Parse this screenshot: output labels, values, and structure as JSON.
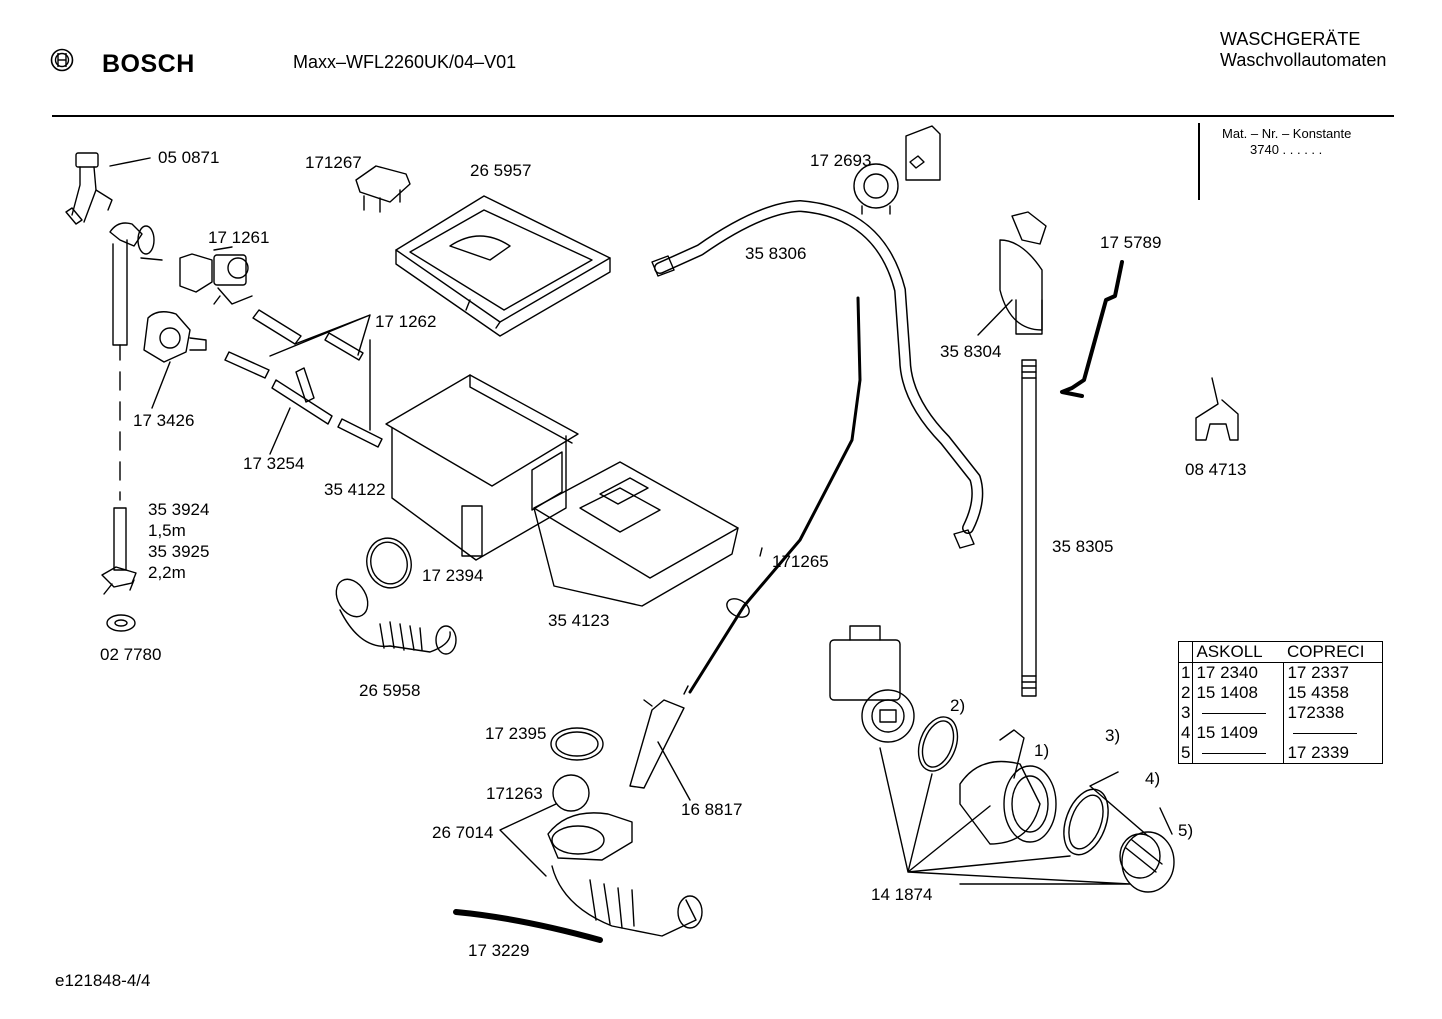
{
  "header": {
    "brand": "BOSCH",
    "model": "Maxx–WFL2260UK/04–V01",
    "category": "WASCHGERÄTE",
    "subcategory": "Waschvollautomaten",
    "mat_label": "Mat. – Nr. – Konstante",
    "mat_value": "3740 . .   . . . ."
  },
  "parts": {
    "p050871": "05 0871",
    "p171267": "171267",
    "p265957": "26 5957",
    "p172693": "17 2693",
    "p171261": "17 1261",
    "p358306": "35 8306",
    "p175789": "17 5789",
    "p171262": "17 1262",
    "p358304": "35 8304",
    "p173426": "17 3426",
    "p173254": "17 3254",
    "p354122": "35 4122",
    "p084713": "08 4713",
    "p353924": "35 3924",
    "len1": "1,5m",
    "p353925": "35 3925",
    "len2": "2,2m",
    "p358305": "35 8305",
    "p171265": "171265",
    "p172394": "17 2394",
    "p354123": "35 4123",
    "p027780": "02 7780",
    "p265958": "26 5958",
    "p172395": "17 2395",
    "p171263": "171263",
    "p168817": "16 8817",
    "p267014": "26 7014",
    "p141874": "14 1874",
    "p173229": "17 3229",
    "m1": "1)",
    "m2": "2)",
    "m3": "3)",
    "m4": "4)",
    "m5": "5)"
  },
  "table": {
    "headers": [
      "ASKOLL",
      "COPRECI"
    ],
    "rows": [
      {
        "n": "1",
        "askoll": "17 2340",
        "copreci": "17 2337"
      },
      {
        "n": "2",
        "askoll": "15 1408",
        "copreci": "15 4358"
      },
      {
        "n": "3",
        "askoll": "",
        "copreci": "172338"
      },
      {
        "n": "4",
        "askoll": "15 1409",
        "copreci": ""
      },
      {
        "n": "5",
        "askoll": "",
        "copreci": "17 2339"
      }
    ]
  },
  "footer": {
    "doc_id": "e121848-4/4"
  }
}
